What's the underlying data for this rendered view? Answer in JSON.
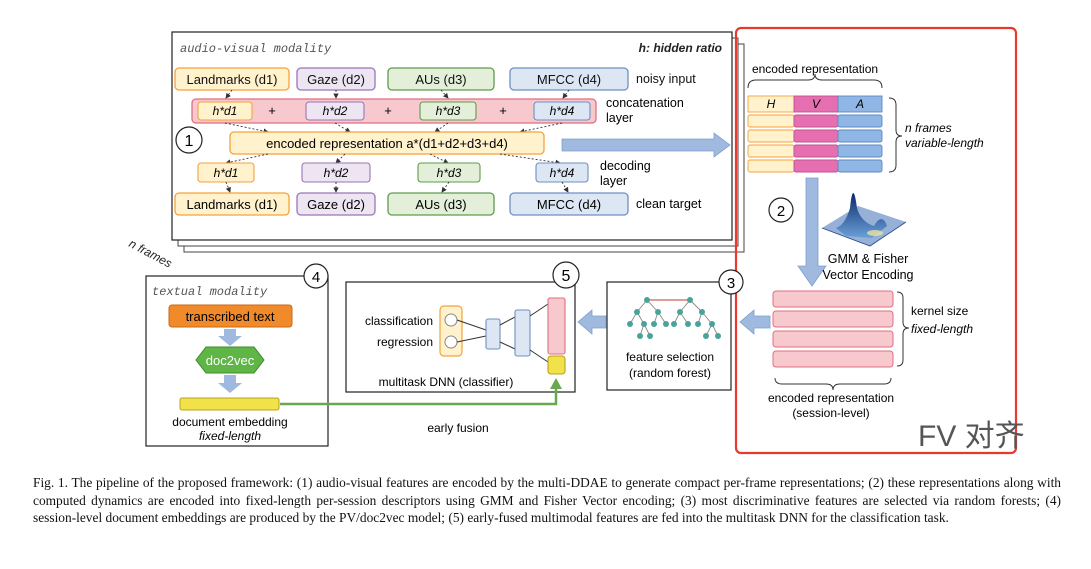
{
  "av_panel": {
    "title": "audio-visual modality",
    "hidden_ratio": "h: hidden ratio",
    "step": "1",
    "n_frames": "n frames",
    "noisy_row": [
      "Landmarks (d1)",
      "Gaze (d2)",
      "AUs (d3)",
      "MFCC (d4)"
    ],
    "noisy_label": "noisy input",
    "concat_cells": [
      "h*d1",
      "h*d2",
      "h*d3",
      "h*d4"
    ],
    "plus": "+",
    "concat_label": [
      "concatenation",
      "layer"
    ],
    "encoded": "encoded representation a*(d1+d2+d3+d4)",
    "decode_cells": [
      "h*d1",
      "h*d2",
      "h*d3",
      "h*d4"
    ],
    "decode_label": [
      "decoding",
      "layer"
    ],
    "clean_row": [
      "Landmarks (d1)",
      "Gaze (d2)",
      "AUs (d3)",
      "MFCC (d4)"
    ],
    "clean_label": "clean target"
  },
  "right_panel": {
    "top_label": "encoded representation",
    "headers": [
      "H",
      "V",
      "A"
    ],
    "frames_label": [
      "n frames",
      "variable-length"
    ],
    "step": "2",
    "gmm_label": [
      "GMM & Fisher",
      "Vector Encoding"
    ],
    "kernel_label": [
      "kernel size",
      "fixed-length"
    ],
    "bottom_label": [
      "encoded representation",
      "(session-level)"
    ],
    "watermark": "FV 对齐"
  },
  "text_panel": {
    "title": "textual modality",
    "step": "4",
    "transcribed": "transcribed text",
    "doc2vec": "doc2vec",
    "embedding": [
      "document embedding",
      "fixed-length"
    ]
  },
  "dnn_panel": {
    "step": "5",
    "outputs": [
      "classification",
      "regression"
    ],
    "label": "multitask DNN (classifier)"
  },
  "fs_panel": {
    "step": "3",
    "label": [
      "feature selection",
      "(random forest)"
    ]
  },
  "early_fusion": "early fusion",
  "colors": {
    "orange": "#f4a23c",
    "orange_fill": "#fff2cc",
    "purple": "#9b74b5",
    "purple_fill": "#eee5f3",
    "green": "#5e9c4c",
    "green_fill": "#e4efd9",
    "blue": "#6f8fc4",
    "blue_fill": "#dde6f3",
    "pink_fill": "#f7c9cf",
    "pink_border": "#e06f7d",
    "red_frame": "#e8392e",
    "arrow_blue": "#9fb9df",
    "fusion_green": "#6aa84f",
    "yellow": "#f2e24a",
    "orange_solid": "#f08a2b"
  },
  "caption": "Fig. 1.   The pipeline of the proposed framework: (1) audio-visual features are encoded by the multi-DDAE to generate compact per-frame representations; (2) these representations along with computed dynamics are encoded into fixed-length per-session descriptors using GMM and Fisher Vector encoding; (3) most discriminative features are selected via random forests; (4) session-level document embeddings are produced by the PV/doc2vec model; (5) early-fused multimodal features are fed into the multitask DNN for the classification task."
}
